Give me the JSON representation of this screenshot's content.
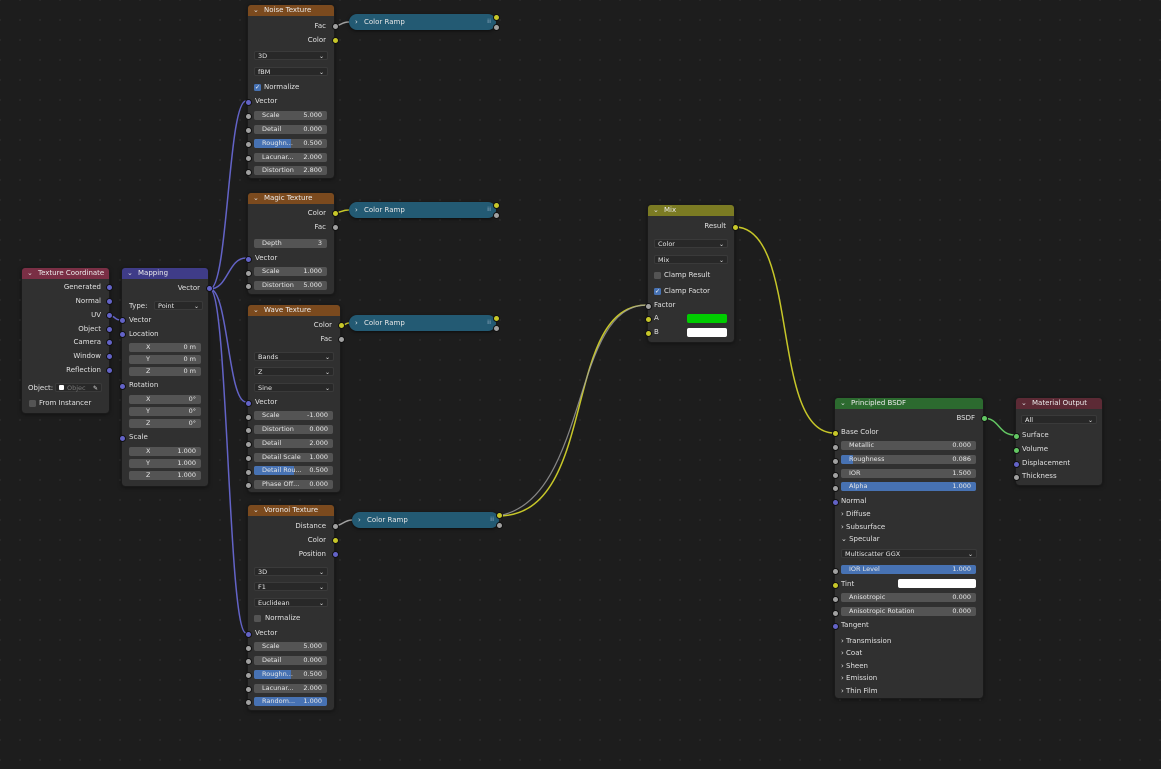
{
  "colors": {
    "float_socket": "#a1a1a1",
    "color_socket": "#c7c729",
    "vector_socket": "#6363c7",
    "shader_socket": "#63c763",
    "mix_a_swatch": "#00cc00",
    "mix_b_swatch": "#ffffff",
    "tint_swatch": "#ffffff"
  },
  "texcoord": {
    "title": "Texture Coordinate",
    "outputs": [
      "Generated",
      "Normal",
      "UV",
      "Object",
      "Camera",
      "Window",
      "Reflection"
    ],
    "object_label": "Object:",
    "object_placeholder": "Objec",
    "from_instancer": "From Instancer"
  },
  "mapping": {
    "title": "Mapping",
    "out": "Vector",
    "type_label": "Type:",
    "type_value": "Point",
    "vector": "Vector",
    "location": "Location",
    "loc": [
      {
        "l": "X",
        "v": "0 m"
      },
      {
        "l": "Y",
        "v": "0 m"
      },
      {
        "l": "Z",
        "v": "0 m"
      }
    ],
    "rotation": "Rotation",
    "rot": [
      {
        "l": "X",
        "v": "0°"
      },
      {
        "l": "Y",
        "v": "0°"
      },
      {
        "l": "Z",
        "v": "0°"
      }
    ],
    "scale": "Scale",
    "scl": [
      {
        "l": "X",
        "v": "1.000"
      },
      {
        "l": "Y",
        "v": "1.000"
      },
      {
        "l": "Z",
        "v": "1.000"
      }
    ]
  },
  "noise": {
    "title": "Noise Texture",
    "outs": [
      "Fac",
      "Color"
    ],
    "dim": "3D",
    "type": "fBM",
    "normalize": "Normalize",
    "vector": "Vector",
    "fields": [
      {
        "l": "Scale",
        "v": "5.000"
      },
      {
        "l": "Detail",
        "v": "0.000"
      },
      {
        "l": "Roughn...",
        "v": "0.500"
      },
      {
        "l": "Lacunar...",
        "v": "2.000"
      },
      {
        "l": "Distortion",
        "v": "2.800"
      }
    ]
  },
  "magic": {
    "title": "Magic Texture",
    "outs": [
      "Color",
      "Fac"
    ],
    "depth_label": "Depth",
    "depth_value": "3",
    "vector": "Vector",
    "fields": [
      {
        "l": "Scale",
        "v": "1.000"
      },
      {
        "l": "Distortion",
        "v": "5.000"
      }
    ]
  },
  "wave": {
    "title": "Wave Texture",
    "outs": [
      "Color",
      "Fac"
    ],
    "dd": [
      "Bands",
      "Z",
      "Sine"
    ],
    "vector": "Vector",
    "fields": [
      {
        "l": "Scale",
        "v": "-1.000"
      },
      {
        "l": "Distortion",
        "v": "0.000"
      },
      {
        "l": "Detail",
        "v": "2.000"
      },
      {
        "l": "Detail Scale",
        "v": "1.000"
      },
      {
        "l": "Detail Rou...",
        "v": "0.500"
      },
      {
        "l": "Phase Off...",
        "v": "0.000"
      }
    ]
  },
  "voronoi": {
    "title": "Voronoi Texture",
    "outs": [
      "Distance",
      "Color",
      "Position"
    ],
    "dd": [
      "3D",
      "F1",
      "Euclidean"
    ],
    "normalize": "Normalize",
    "vector": "Vector",
    "fields": [
      {
        "l": "Scale",
        "v": "5.000"
      },
      {
        "l": "Detail",
        "v": "0.000"
      },
      {
        "l": "Roughn...",
        "v": "0.500"
      },
      {
        "l": "Lacunar...",
        "v": "2.000"
      },
      {
        "l": "Random...",
        "v": "1.000"
      }
    ]
  },
  "ramps": [
    "Color Ramp",
    "Color Ramp",
    "Color Ramp",
    "Color Ramp"
  ],
  "mix": {
    "title": "Mix",
    "out": "Result",
    "data_type": "Color",
    "blend": "Mix",
    "clamp_result": "Clamp Result",
    "clamp_factor": "Clamp Factor",
    "factor": "Factor",
    "a": "A",
    "b": "B"
  },
  "bsdf": {
    "title": "Principled BSDF",
    "out": "BSDF",
    "base_color": "Base Color",
    "fields": [
      {
        "l": "Metallic",
        "v": "0.000"
      },
      {
        "l": "Roughness",
        "v": "0.086"
      },
      {
        "l": "IOR",
        "v": "1.500"
      },
      {
        "l": "Alpha",
        "v": "1.000"
      }
    ],
    "normal": "Normal",
    "panels": [
      "Diffuse",
      "Subsurface",
      "Specular"
    ],
    "spec_dist": "Multiscatter GGX",
    "ior_level_label": "IOR Level",
    "ior_level_value": "1.000",
    "tint": "Tint",
    "aniso": [
      {
        "l": "Anisotropic",
        "v": "0.000"
      },
      {
        "l": "Anisotropic Rotation",
        "v": "0.000"
      }
    ],
    "tangent": "Tangent",
    "panels2": [
      "Transmission",
      "Coat",
      "Sheen",
      "Emission",
      "Thin Film"
    ]
  },
  "output": {
    "title": "Material Output",
    "target": "All",
    "ins": [
      "Surface",
      "Volume",
      "Displacement",
      "Thickness"
    ]
  }
}
